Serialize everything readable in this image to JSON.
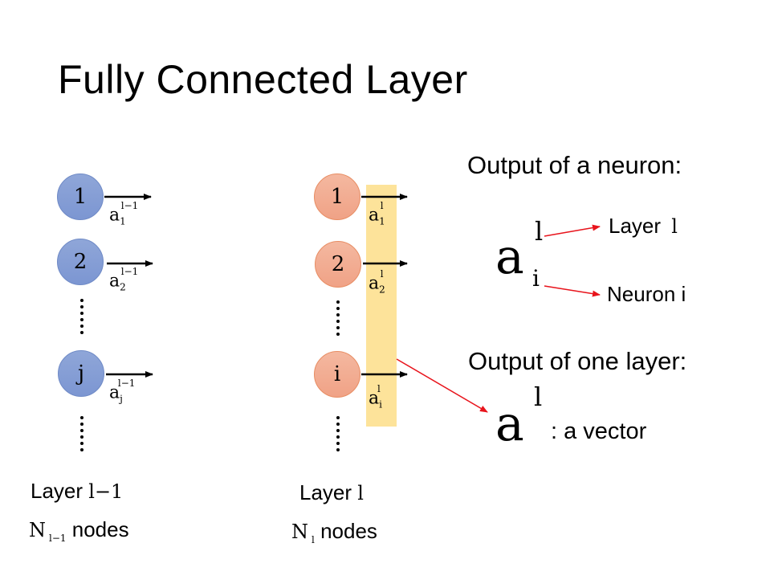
{
  "title": "Fully Connected Layer",
  "colors": {
    "prev_layer_node": "#8fa6d8",
    "layer_node": "#f4b8a0",
    "highlight": "#fde39a",
    "pointer_arrow": "#e8141c",
    "output_arrow": "#000000"
  },
  "prev_layer": {
    "nodes": [
      {
        "label": "1",
        "output": {
          "base": "a",
          "sup": "l−1",
          "sub": "1"
        }
      },
      {
        "label": "2",
        "output": {
          "base": "a",
          "sup": "l−1",
          "sub": "2"
        }
      },
      {
        "label": "j",
        "output": {
          "base": "a",
          "sup": "l−1",
          "sub": "j"
        }
      }
    ],
    "name_prefix": "Layer ",
    "name_var": "l−1",
    "count_var": "N",
    "count_sub": "l−1",
    "count_suffix": " nodes"
  },
  "layer": {
    "nodes": [
      {
        "label": "1",
        "output": {
          "base": "a",
          "sup": "l",
          "sub": "1"
        }
      },
      {
        "label": "2",
        "output": {
          "base": "a",
          "sup": "l",
          "sub": "2"
        }
      },
      {
        "label": "i",
        "output": {
          "base": "a",
          "sup": "l",
          "sub": "i"
        }
      }
    ],
    "name_prefix": "Layer ",
    "name_var": "l",
    "count_var": "N",
    "count_sub": "l",
    "count_suffix": " nodes"
  },
  "neuron_output": {
    "heading": "Output of a neuron:",
    "symbol": {
      "base": "a",
      "sup": "l",
      "sub": "i"
    },
    "layer_label_prefix": "Layer ",
    "layer_label_var": "l",
    "neuron_label": "Neuron i"
  },
  "layer_output": {
    "heading": "Output of one layer:",
    "symbol": {
      "base": "a",
      "sup": "l"
    },
    "description": ": a vector"
  }
}
